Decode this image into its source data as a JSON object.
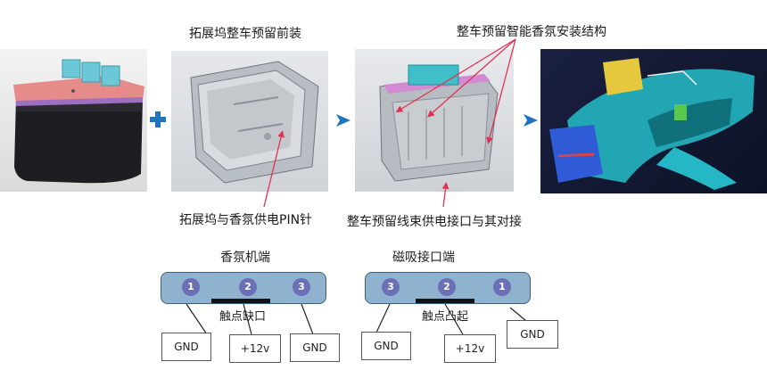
{
  "labels": {
    "top_left": "拓展坞整车预留前装",
    "top_right": "整车预留智能香氛安装结构",
    "mid_left": "拓展坞与香氛供电PIN针",
    "mid_right": "整车预留线束供电接口与其对接"
  },
  "connectors": [
    {
      "title": "香氛机端",
      "feature": "触点缺口",
      "pins": [
        "1",
        "2",
        "3"
      ],
      "boxes": [
        "GND",
        "+12v",
        "GND"
      ]
    },
    {
      "title": "磁吸接口端",
      "feature": "触点凸起",
      "pins": [
        "3",
        "2",
        "1"
      ],
      "boxes": [
        "GND",
        "+12v",
        "GND"
      ]
    }
  ],
  "colors": {
    "arrow_blue": "#1f74bd",
    "pointer_red": "#e0334f",
    "connector_fill": "#8fb2cf",
    "pin_fill": "#6a6fb6"
  }
}
